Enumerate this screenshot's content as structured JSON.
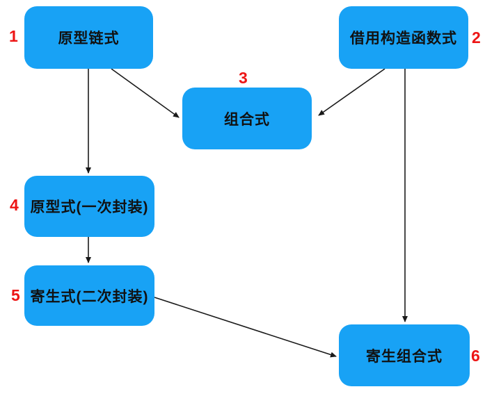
{
  "diagram": {
    "description": "flowchart of inheritance patterns",
    "background": "#ffffff",
    "colors": {
      "node_fill": "#18A2F5",
      "node_text": "#111111",
      "number": "#ED1515",
      "arrow": "#1a1a1a"
    }
  },
  "nodes": [
    {
      "number": "1",
      "label": "原型链式"
    },
    {
      "number": "2",
      "label": "借用构造函数式"
    },
    {
      "number": "3",
      "label": "组合式"
    },
    {
      "number": "4",
      "label": "原型式(一次封装)"
    },
    {
      "number": "5",
      "label": "寄生式(二次封装)"
    },
    {
      "number": "6",
      "label": "寄生组合式"
    }
  ],
  "edges": [
    {
      "from": "原型链式",
      "to": "原型式(一次封装)"
    },
    {
      "from": "原型链式",
      "to": "组合式"
    },
    {
      "from": "借用构造函数式",
      "to": "组合式"
    },
    {
      "from": "借用构造函数式",
      "to": "寄生组合式"
    },
    {
      "from": "原型式(一次封装)",
      "to": "寄生式(二次封装)"
    },
    {
      "from": "寄生式(二次封装)",
      "to": "寄生组合式"
    }
  ]
}
